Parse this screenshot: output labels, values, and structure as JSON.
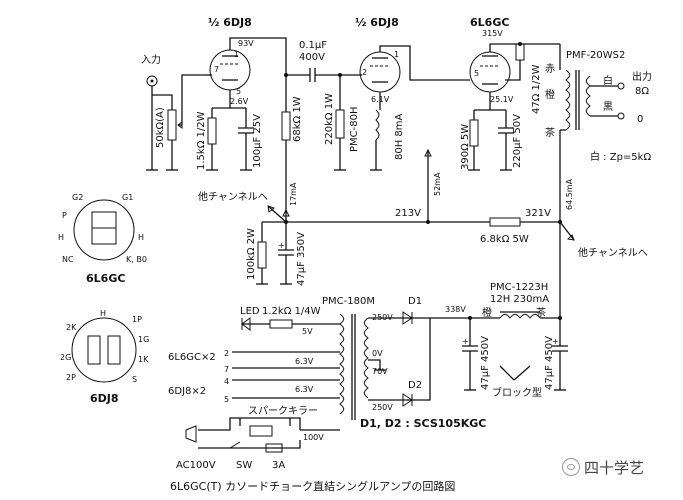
{
  "labels": {
    "tube1": "½ 6DJ8",
    "tube2": "½ 6DJ8",
    "tube3": "6L6GC",
    "input": "入力",
    "pot": "50kΩ(A)",
    "v93": "93V",
    "v26": "2.6V",
    "r15k": "1.5kΩ 1/2W",
    "c100u25": "100μF 25V",
    "r68k": "68kΩ 1W",
    "ccoup": "0.1μF",
    "ccoup_v": "400V",
    "r220k": "220kΩ 1W",
    "pmc80h": "PMC-80H",
    "choke80": "80H 8mA",
    "v61": "6.1V",
    "v315": "315V",
    "v251": "25.1V",
    "r390": "390Ω 5W",
    "c220u50": "220μF 50V",
    "r47": "47Ω 1/2W",
    "opt": "PMF-20WS2",
    "out": "出力",
    "out8": "8Ω",
    "out0": "0",
    "aka": "赤",
    "dai": "橙",
    "cha": "茶",
    "shiro": "白",
    "kuro": "黒",
    "impedance": "白 : Zp=5kΩ",
    "i17": "17mA",
    "i52": "52mA",
    "i645": "64.5mA",
    "v213": "213V",
    "v321": "321V",
    "other1": "他チャンネルへ",
    "other2": "他チャンネルへ",
    "r68k5w": "6.8kΩ 5W",
    "r100k2w": "100kΩ 2W",
    "c47u350": "47μF 350V",
    "led": "LED",
    "r12k": "1.2kΩ 1/4W",
    "pmc180m": "PMC-180M",
    "v5": "5V",
    "v63a": "6.3V",
    "v63b": "6.3V",
    "v250a": "250V",
    "v0": "0V",
    "v70": "70V",
    "v250b": "250V",
    "v100": "100V",
    "h6l6": "6L6GC×2",
    "h6dj8": "6DJ8×2",
    "spark": "スパークキラー",
    "ac": "AC100V",
    "sw": "SW",
    "fuse": "3A",
    "d1": "D1",
    "d2": "D2",
    "diodes": "D1, D2 : SCS105KGC",
    "v338": "338V",
    "pmc1223h": "PMC-1223H",
    "choke_spec": "12H 230mA",
    "ch_dai": "橙",
    "ch_cha": "茶",
    "c47u450a": "47μF 450V",
    "c47u450b": "47μF 450V",
    "block": "ブロック型",
    "pin_6l6gc": "6L6GC",
    "pin_6dj8": "6DJ8",
    "caption": "6L6GC(T) カソードチョーク直結シングルアンプの回路図",
    "num_2": "2",
    "num_1": "1",
    "num_7": "7",
    "num_4": "4",
    "num_5": "5",
    "watermark": "四十学艺"
  },
  "pins_6l6gc": [
    "G2",
    "P",
    "H",
    "NC",
    "G1",
    "H",
    "K, B0"
  ],
  "pins_6dj8": [
    "H",
    "2K",
    "2G",
    "2P",
    "1P",
    "1G",
    "1K",
    "S"
  ]
}
